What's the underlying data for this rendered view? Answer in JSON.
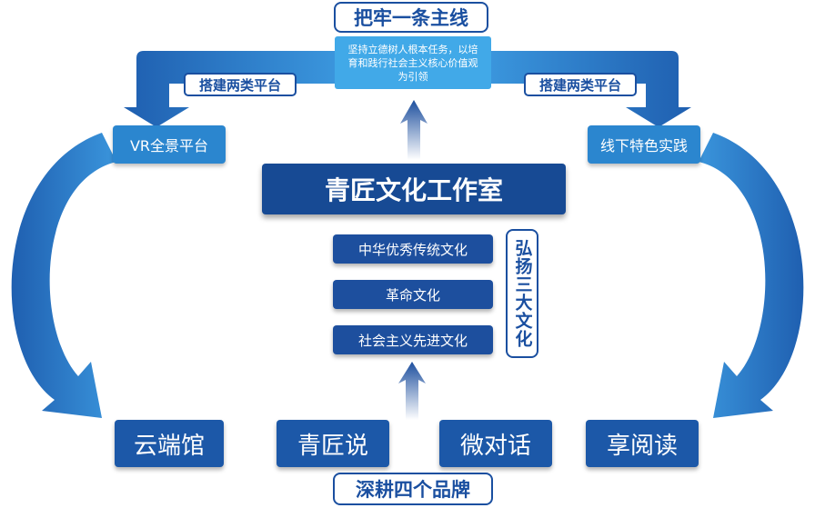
{
  "colors": {
    "arrow_light": "#2b86cf",
    "arrow_dark": "#1f5fb0",
    "navy": "#1d4f9e",
    "outline": "#1a4fa0"
  },
  "top_title": "把牢一条主线",
  "mission_text": "坚持立德树人根本任务，以培育和践行社会主义核心价值观为引领",
  "platform_label_left": "搭建两类平台",
  "platform_label_right": "搭建两类平台",
  "platform_left": "VR全景平台",
  "platform_right": "线下特色实践",
  "core_title": "青匠文化工作室",
  "culture_items": [
    "中华优秀传统文化",
    "革命文化",
    "社会主义先进文化"
  ],
  "culture_side_label": "弘扬三大文化",
  "brands": [
    "云端馆",
    "青匠说",
    "微对话",
    "享阅读"
  ],
  "bottom_title": "深耕四个品牌"
}
